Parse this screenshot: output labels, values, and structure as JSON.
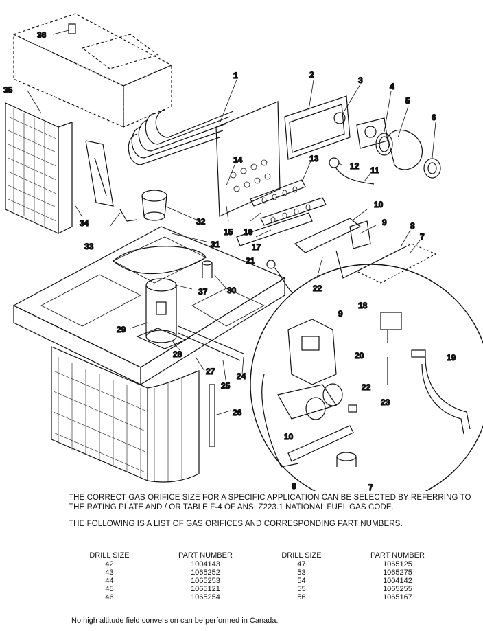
{
  "callouts": [
    "1",
    "2",
    "3",
    "4",
    "5",
    "6",
    "7",
    "8",
    "9",
    "10",
    "11",
    "12",
    "13",
    "14",
    "15",
    "16",
    "17",
    "18",
    "19",
    "20",
    "21",
    "22",
    "23",
    "24",
    "25",
    "26",
    "27",
    "28",
    "29",
    "30",
    "31",
    "32",
    "33",
    "34",
    "35",
    "36",
    "37"
  ],
  "detail_callouts": [
    "9",
    "18",
    "19",
    "20",
    "22",
    "23",
    "10",
    "7",
    "8"
  ],
  "notes": {
    "orifice_note": "THE CORRECT GAS ORIFICE SIZE FOR A SPECIFIC APPLICATION CAN BE SELECTED BY REFERRING TO THE RATING PLATE AND / OR TABLE F-4 OF ANSI Z223.1 NATIONAL FUEL GAS CODE.",
    "list_intro": "THE FOLLOWING IS A LIST OF GAS ORIFICES AND CORRESPONDING PART NUMBERS.",
    "footer": "No high  altitude  field  conversion can be performed in Canada."
  },
  "table": {
    "headers": [
      "DRILL SIZE",
      "PART NUMBER",
      "DRILL SIZE",
      "PART NUMBER"
    ],
    "rows": [
      [
        "42",
        "1004143",
        "47",
        "1065125"
      ],
      [
        "43",
        "1065252",
        "53",
        "1065275"
      ],
      [
        "44",
        "1065253",
        "54",
        "1004142"
      ],
      [
        "45",
        "1065121",
        "55",
        "1065255"
      ],
      [
        "46",
        "1065254",
        "56",
        "1065167"
      ]
    ]
  }
}
